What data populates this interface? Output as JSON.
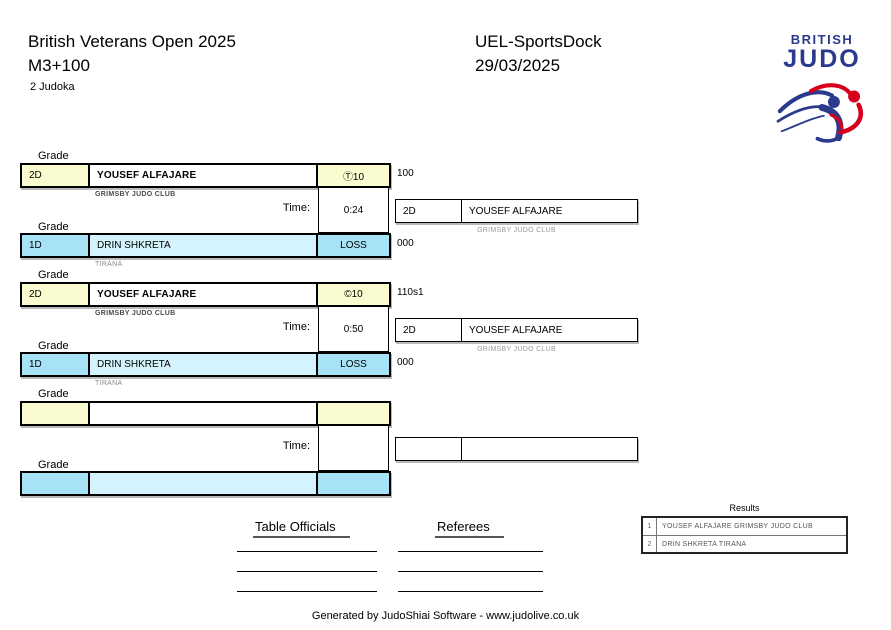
{
  "header": {
    "title": "British Veterans Open 2025",
    "category": "M3+100",
    "judoka_count": "2 Judoka",
    "venue": "UEL-SportsDock",
    "date": "29/03/2025"
  },
  "logo": {
    "line1": "BRITISH",
    "line2": "JUDO",
    "navy": "#2B3A8C",
    "red": "#D6001C"
  },
  "labels": {
    "grade": "Grade",
    "time": "Time:",
    "results": "Results",
    "table_officials": "Table Officials",
    "referees": "Referees"
  },
  "brackets": [
    {
      "top": {
        "grade": "2D",
        "name": "YOUSEF ALFAJARE",
        "club": "GRIMSBY JUDO CLUB",
        "score": "Ⓣ10",
        "points": "100"
      },
      "time": "0:24",
      "bottom": {
        "grade": "1D",
        "name": "DRIN SHKRETA",
        "club": "TIRANA",
        "score": "LOSS",
        "points": "000"
      },
      "winner": {
        "grade": "2D",
        "name": "YOUSEF ALFAJARE",
        "club": "GRIMSBY JUDO CLUB"
      }
    },
    {
      "top": {
        "grade": "2D",
        "name": "YOUSEF ALFAJARE",
        "club": "GRIMSBY JUDO CLUB",
        "score": "©10",
        "points": "110s1"
      },
      "time": "0:50",
      "bottom": {
        "grade": "1D",
        "name": "DRIN SHKRETA",
        "club": "TIRANA",
        "score": "LOSS",
        "points": "000"
      },
      "winner": {
        "grade": "2D",
        "name": "YOUSEF ALFAJARE",
        "club": "GRIMSBY JUDO CLUB"
      }
    },
    {
      "top": {
        "grade": "",
        "name": "",
        "club": "",
        "score": "",
        "points": ""
      },
      "time": "",
      "bottom": {
        "grade": "",
        "name": "",
        "club": "",
        "score": "",
        "points": ""
      },
      "winner": {
        "grade": "",
        "name": "",
        "club": ""
      }
    }
  ],
  "results": {
    "rows": [
      {
        "place": "1",
        "text": "YOUSEF ALFAJARE GRIMSBY JUDO CLUB"
      },
      {
        "place": "2",
        "text": "DRIN SHKRETA TIRANA"
      }
    ]
  },
  "footer": "Generated by JudoShiai Software - www.judolive.co.uk"
}
